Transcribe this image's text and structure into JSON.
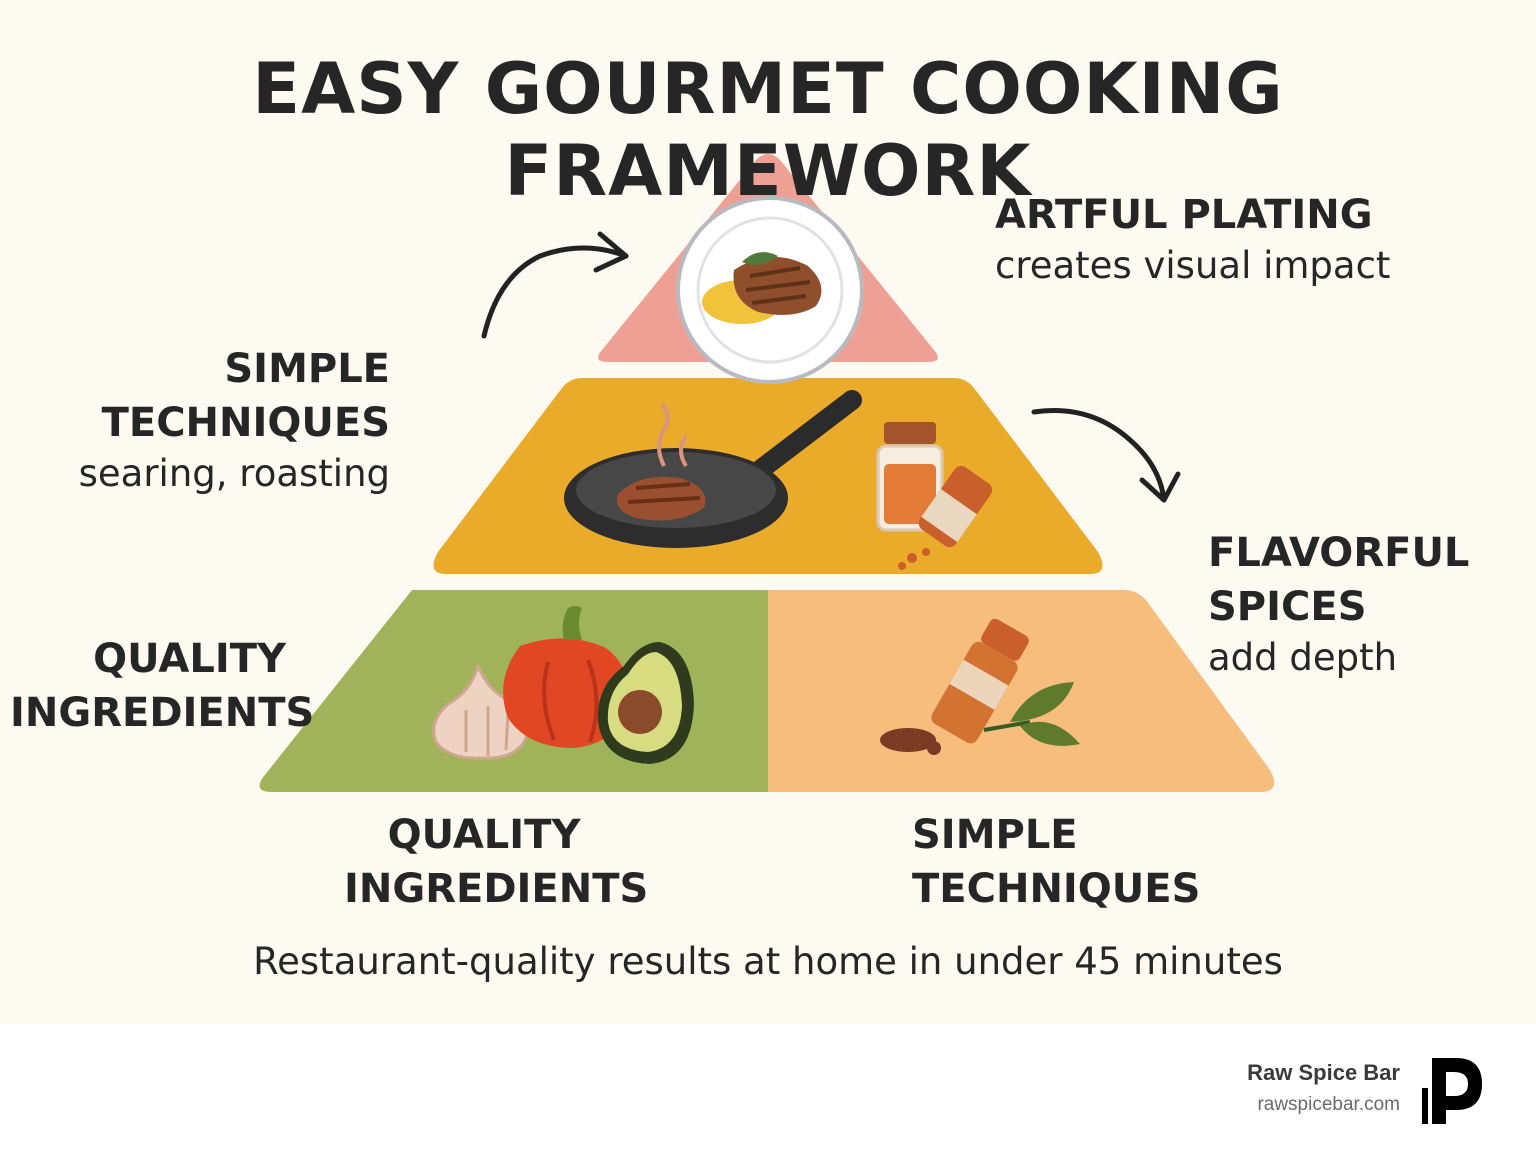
{
  "title": "EASY GOURMET COOKING FRAMEWORK",
  "pyramid": {
    "top": {
      "heading": "ARTFUL PLATING",
      "subtext": "creates visual impact",
      "color": "#eea095"
    },
    "middle": {
      "left_heading": "SIMPLE TECHNIQUES",
      "left_subtext": "searing, roasting",
      "right_heading": "FLAVORFUL SPICES",
      "right_subtext": "add depth",
      "color": "#eaaa2a"
    },
    "base": {
      "left_side_heading": "QUALITY INGREDIENTS",
      "left_color": "#a1b35a",
      "right_color": "#f6bd7c",
      "below_left": "QUALITY INGREDIENTS",
      "below_right": "SIMPLE TECHNIQUES"
    }
  },
  "icons": [
    "plate-steak-icon",
    "frying-pan-icon",
    "spice-jar-icon",
    "garlic-icon",
    "bell-pepper-icon",
    "avocado-icon",
    "spice-bottle-icon",
    "leaf-icon"
  ],
  "tagline": "Restaurant-quality results at home in under 45 minutes",
  "brand": {
    "name": "Raw Spice Bar",
    "url": "rawspicebar.com"
  }
}
